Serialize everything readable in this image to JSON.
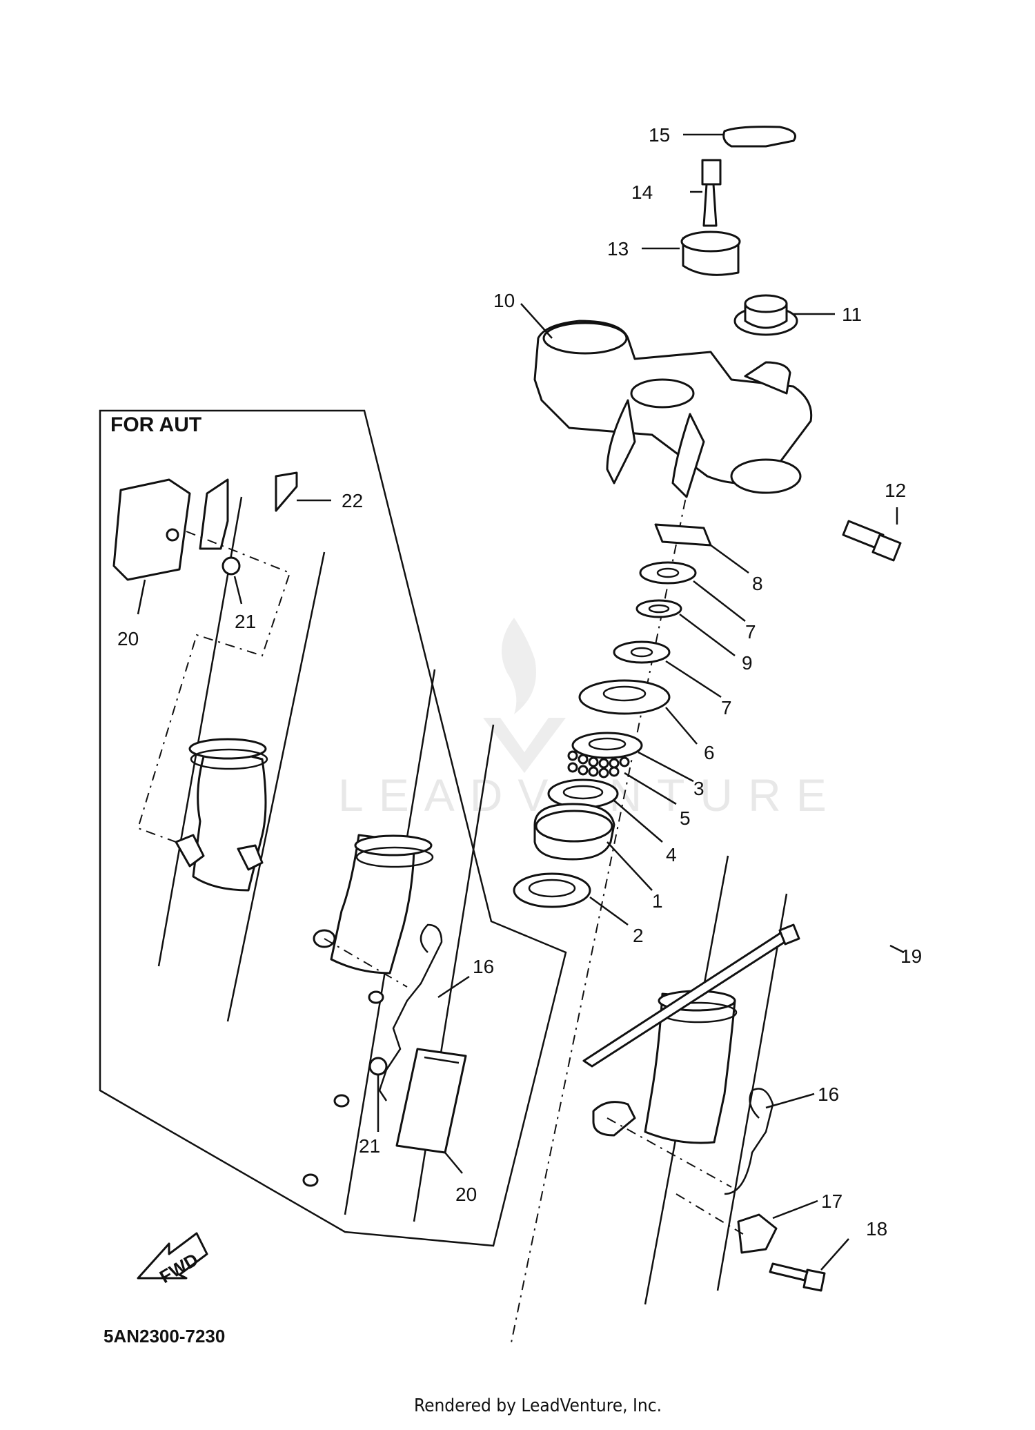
{
  "panel": {
    "label": "FOR AUT"
  },
  "diagram_code": "5AN2300-7230",
  "footer": "Rendered by LeadVenture, Inc.",
  "watermark": "LEADVENTURE",
  "fwd_label": "FWD",
  "callouts": [
    {
      "id": "c1",
      "text": "1"
    },
    {
      "id": "c2",
      "text": "2"
    },
    {
      "id": "c3",
      "text": "3"
    },
    {
      "id": "c4",
      "text": "4"
    },
    {
      "id": "c5",
      "text": "5"
    },
    {
      "id": "c6",
      "text": "6"
    },
    {
      "id": "c7a",
      "text": "7"
    },
    {
      "id": "c7b",
      "text": "7"
    },
    {
      "id": "c8",
      "text": "8"
    },
    {
      "id": "c9",
      "text": "9"
    },
    {
      "id": "c10",
      "text": "10"
    },
    {
      "id": "c11",
      "text": "11"
    },
    {
      "id": "c12",
      "text": "12"
    },
    {
      "id": "c13",
      "text": "13"
    },
    {
      "id": "c14",
      "text": "14"
    },
    {
      "id": "c15",
      "text": "15"
    },
    {
      "id": "c16a",
      "text": "16"
    },
    {
      "id": "c16b",
      "text": "16"
    },
    {
      "id": "c17",
      "text": "17"
    },
    {
      "id": "c18",
      "text": "18"
    },
    {
      "id": "c19",
      "text": "19"
    },
    {
      "id": "c20a",
      "text": "20"
    },
    {
      "id": "c20b",
      "text": "20"
    },
    {
      "id": "c21a",
      "text": "21"
    },
    {
      "id": "c21b",
      "text": "21"
    },
    {
      "id": "c22",
      "text": "22"
    }
  ]
}
